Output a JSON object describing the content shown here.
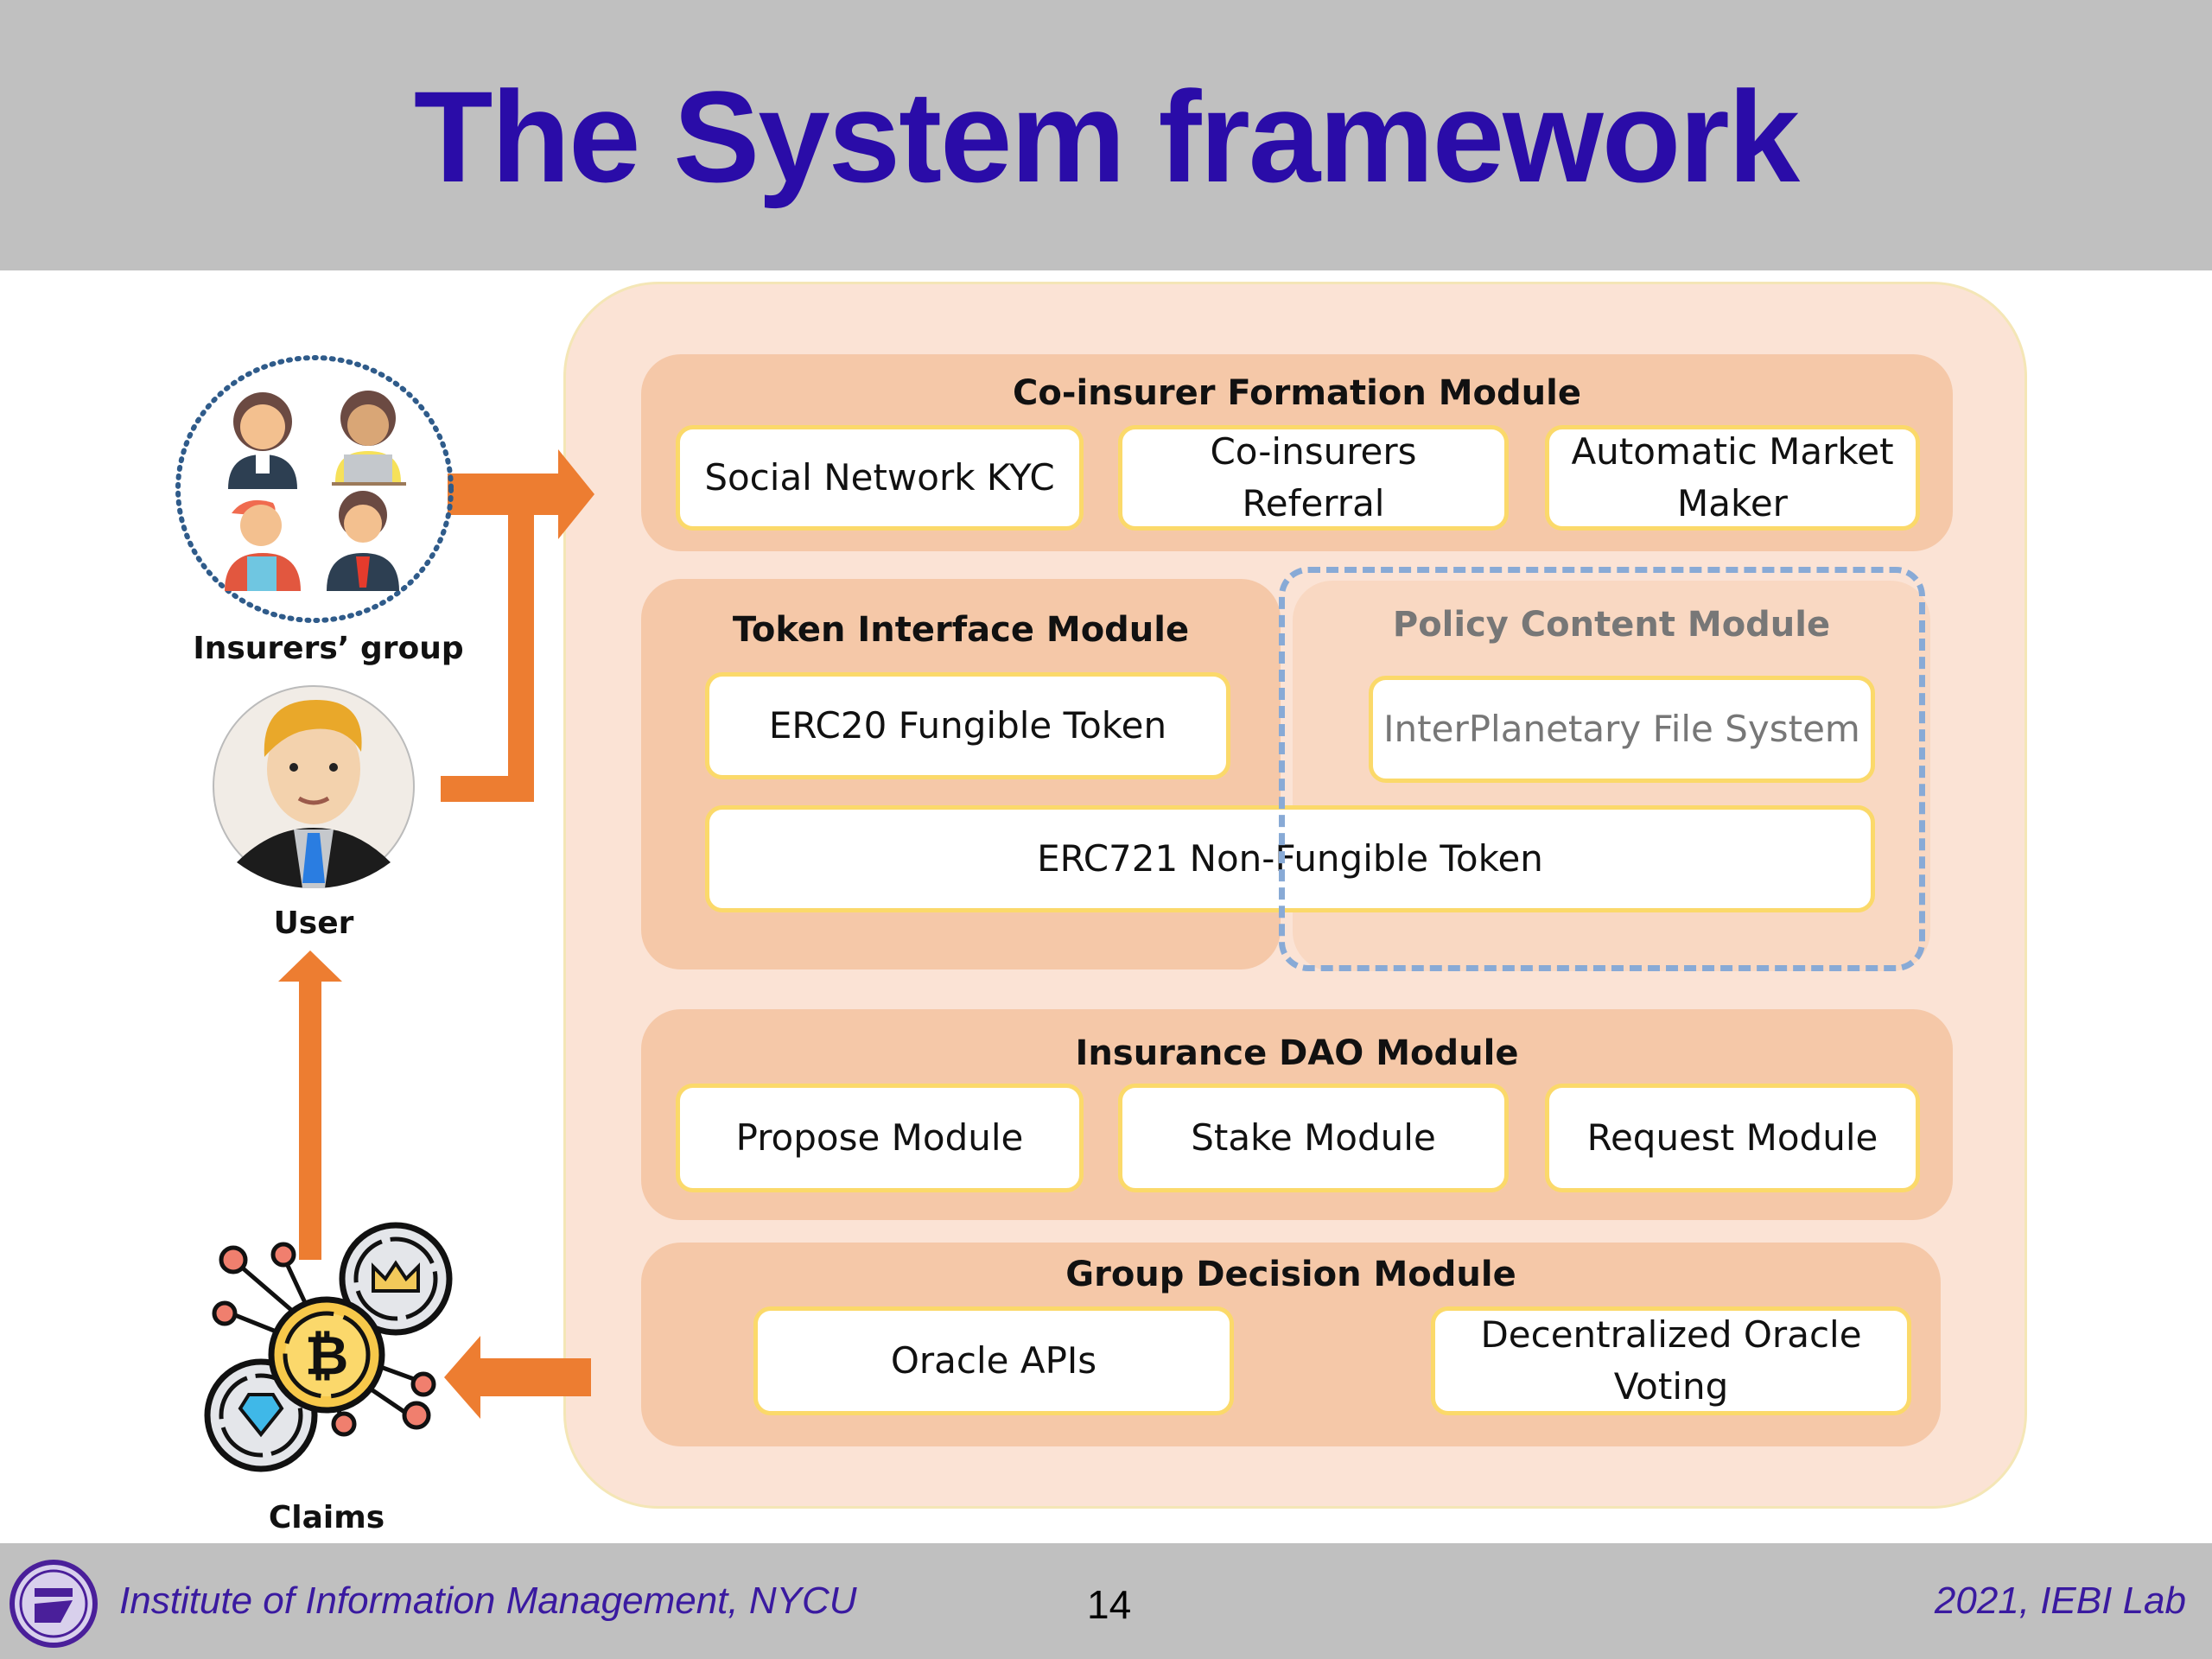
{
  "slide": {
    "title": "The System framework",
    "footer": {
      "institution": "Institute of Information Management, NYCU",
      "page_number": "14",
      "lab": "2021, IEBI Lab"
    }
  },
  "actors": {
    "insurers_group": "Insurers’ group",
    "user": "User",
    "claims": "Claims"
  },
  "modules": {
    "co_insurer": {
      "title": "Co-insurer Formation Module",
      "items": [
        "Social Network KYC",
        "Co-insurers Referral",
        "Automatic Market Maker"
      ]
    },
    "token_interface": {
      "title": "Token Interface Module",
      "items": [
        "ERC20 Fungible Token",
        "ERC721 Non-Fungible Token"
      ]
    },
    "policy_content": {
      "title": "Policy Content Module",
      "items": [
        "InterPlanetary File System"
      ]
    },
    "insurance_dao": {
      "title": "Insurance DAO Module",
      "items": [
        "Propose Module",
        "Stake Module",
        "Request Module"
      ]
    },
    "group_decision": {
      "title": "Group Decision Module",
      "items": [
        "Oracle APIs",
        "Decentralized Oracle Voting"
      ]
    }
  },
  "colors": {
    "title": "#2a0ca8",
    "arrow": "#ed7d31",
    "module_bg": "#f5c8a8",
    "outer_bg": "#fbe3d5",
    "box_border": "#fbd96a",
    "dashed_border": "#88aad6"
  }
}
